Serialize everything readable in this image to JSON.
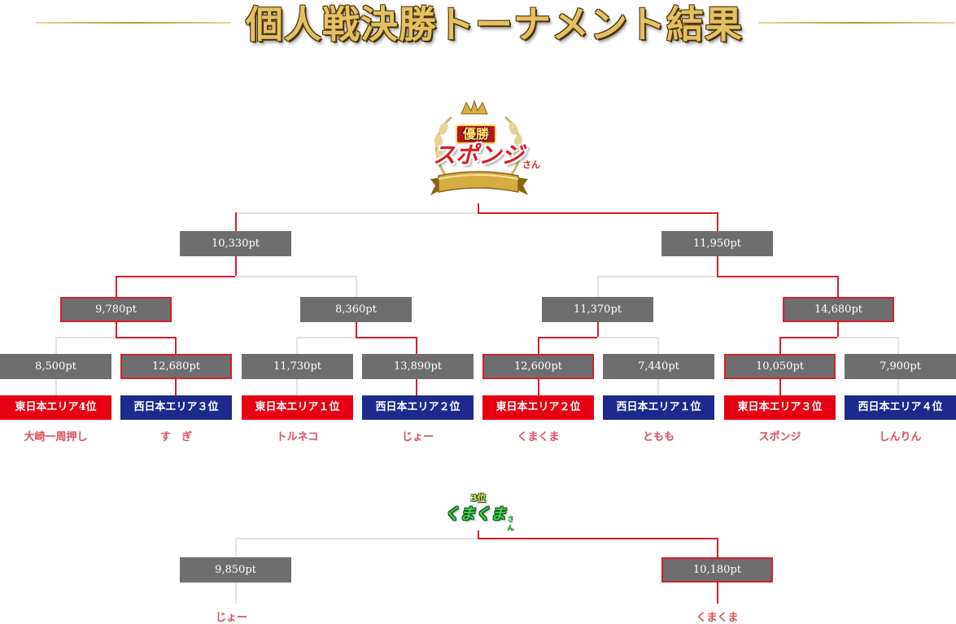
{
  "header": {
    "title": "個人戦決勝トーナメント結果"
  },
  "winner": {
    "label": "優勝",
    "name": "スポンジ",
    "suffix": "さん"
  },
  "third_place": {
    "label": "3位",
    "name": "くまくま",
    "suffix": "さん"
  },
  "semifinal": {
    "left_score": "10,330pt",
    "right_score": "11,950pt"
  },
  "quarterfinal": [
    {
      "score": "9,780pt"
    },
    {
      "score": "8,360pt"
    },
    {
      "score": "11,370pt"
    },
    {
      "score": "14,680pt"
    }
  ],
  "round1": [
    {
      "score": "8,500pt",
      "region": "東日本エリア4位",
      "player": "大崎一周押し"
    },
    {
      "score": "12,680pt",
      "region": "西日本エリア３位",
      "player": "す　ぎ"
    },
    {
      "score": "11,730pt",
      "region": "東日本エリア１位",
      "player": "トルネコ"
    },
    {
      "score": "13,890pt",
      "region": "西日本エリア２位",
      "player": "じょー"
    },
    {
      "score": "12,600pt",
      "region": "東日本エリア２位",
      "player": "くまくま"
    },
    {
      "score": "7,440pt",
      "region": "西日本エリア１位",
      "player": "ともも"
    },
    {
      "score": "10,050pt",
      "region": "東日本エリア３位",
      "player": "スポンジ"
    },
    {
      "score": "7,900pt",
      "region": "西日本エリア４位",
      "player": "しんりん"
    }
  ],
  "third_place_match": [
    {
      "score": "9,850pt",
      "player": "じょー"
    },
    {
      "score": "10,180pt",
      "player": "くまくま"
    }
  ],
  "colors": {
    "east_region": "#e60012",
    "west_region": "#1d2a8c",
    "score_box": "#6e6e6e",
    "winner_line": "#d61f2d",
    "title_gold": "#e3c163"
  }
}
